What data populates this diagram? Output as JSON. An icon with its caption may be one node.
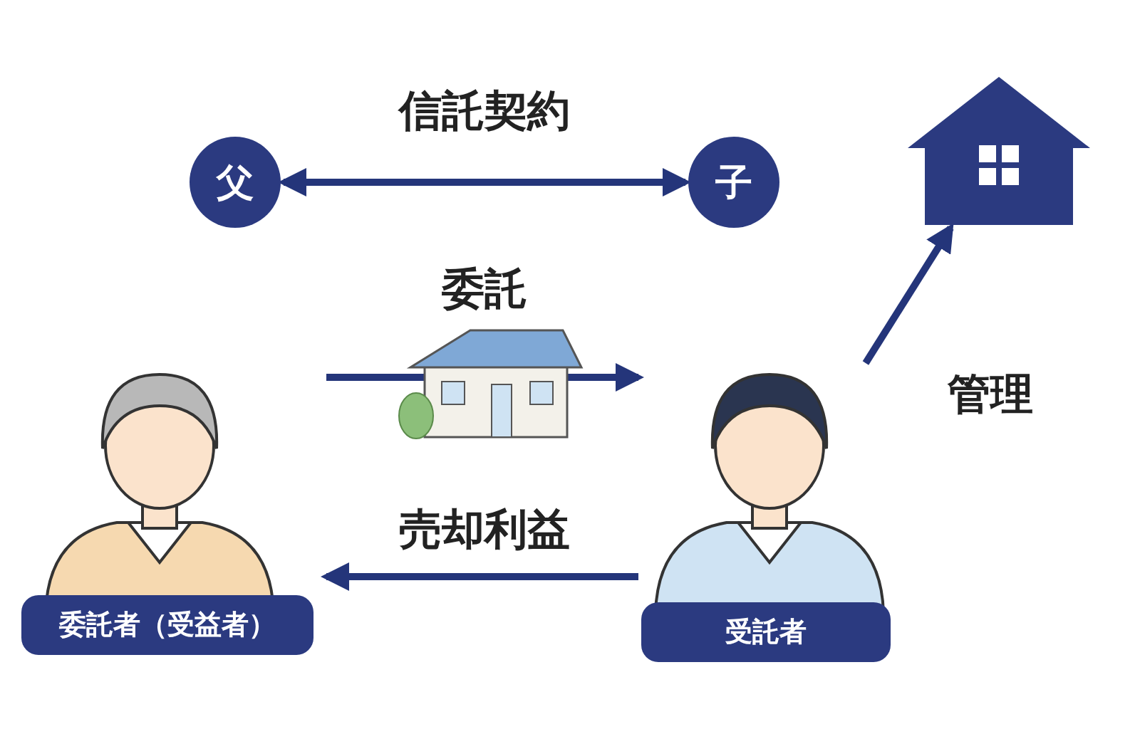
{
  "diagram": {
    "nodes": [
      {
        "text": [
          "父"
        ]
      },
      {
        "text": [
          "子"
        ]
      },
      {
        "text": [],
        "shape": "picture"
      },
      {
        "text": [
          "委託者（受益者）"
        ]
      },
      {
        "text": [
          "受託者"
        ]
      }
    ],
    "edges": [
      {
        "from": 0,
        "to": 1,
        "arrow": "both",
        "label": "信託契約"
      },
      {
        "from": 3,
        "to": 4,
        "arrow": "to",
        "label": "委託"
      },
      {
        "from": 4,
        "to": 3,
        "arrow": "to",
        "label": "売却利益"
      },
      {
        "from": 4,
        "to": 2,
        "arrow": "to",
        "label": "管理"
      }
    ]
  }
}
